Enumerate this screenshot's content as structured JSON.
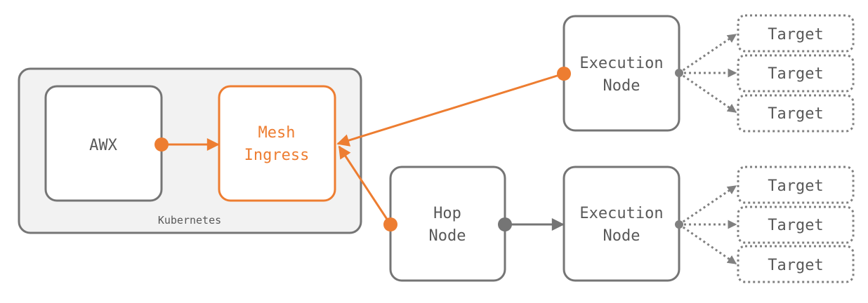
{
  "colors": {
    "accent": "#ed7d31",
    "stroke": "#757575",
    "text": "#595959",
    "cluster_fill": "#f2f2f2"
  },
  "cluster": {
    "label": "Kubernetes"
  },
  "nodes": {
    "awx": {
      "lines": [
        "AWX"
      ]
    },
    "mesh_ingress": {
      "lines": [
        "Mesh",
        "Ingress"
      ]
    },
    "hop_node": {
      "lines": [
        "Hop",
        "Node"
      ]
    },
    "execution_node_top": {
      "lines": [
        "Execution",
        "Node"
      ]
    },
    "execution_node_bottom": {
      "lines": [
        "Execution",
        "Node"
      ]
    }
  },
  "targets": {
    "top": [
      "Target",
      "Target",
      "Target"
    ],
    "bottom": [
      "Target",
      "Target",
      "Target"
    ]
  }
}
